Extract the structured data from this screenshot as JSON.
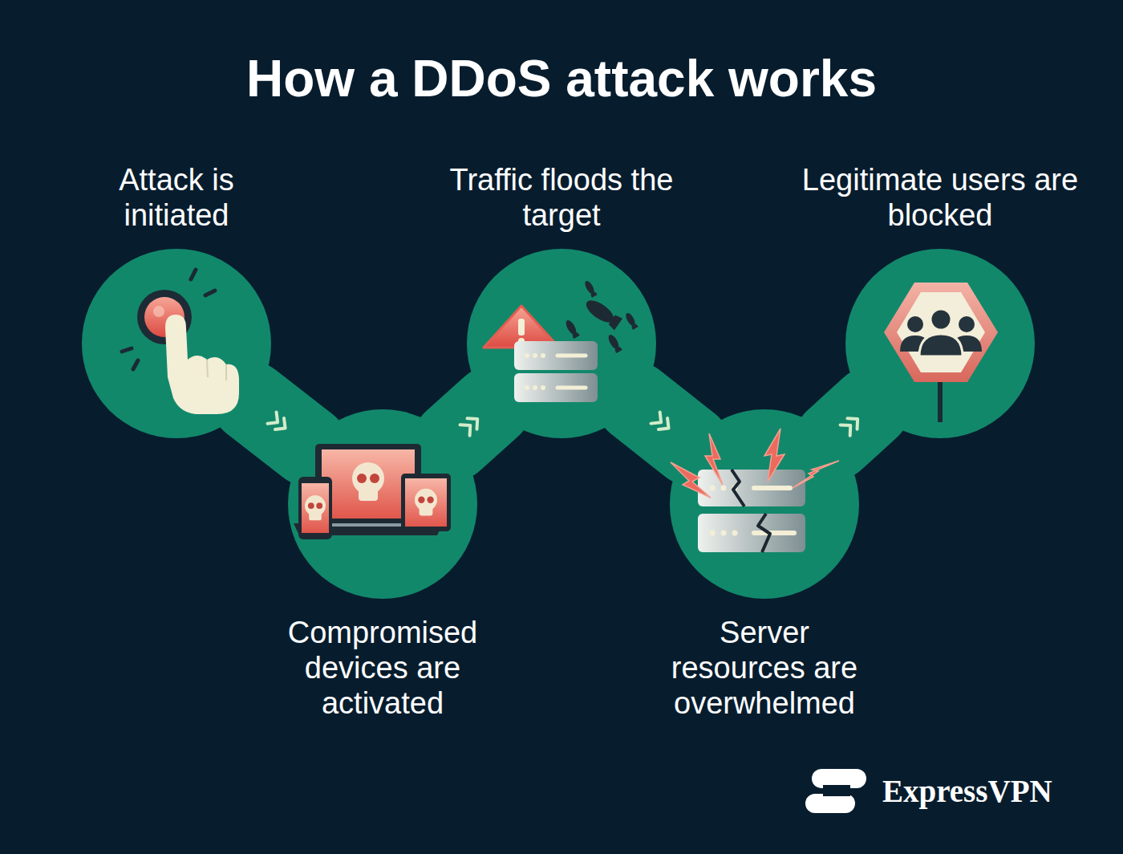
{
  "diagram": {
    "title": "How a DDoS attack works",
    "nodes": [
      {
        "text": [
          "Attack is initiated"
        ]
      },
      {
        "text": [
          "Compromised devices are activated"
        ]
      },
      {
        "text": [
          "Traffic floods the target"
        ]
      },
      {
        "text": [
          "Server resources are overwhelmed"
        ]
      },
      {
        "text": [
          "Legitimate users are blocked"
        ]
      }
    ],
    "edges": [
      {
        "from": 0,
        "to": 1,
        "arrow": "to"
      },
      {
        "from": 1,
        "to": 2,
        "arrow": "to"
      },
      {
        "from": 2,
        "to": 3,
        "arrow": "to"
      },
      {
        "from": 3,
        "to": 4,
        "arrow": "to"
      }
    ],
    "labels": [
      "ExpressVPN"
    ]
  }
}
